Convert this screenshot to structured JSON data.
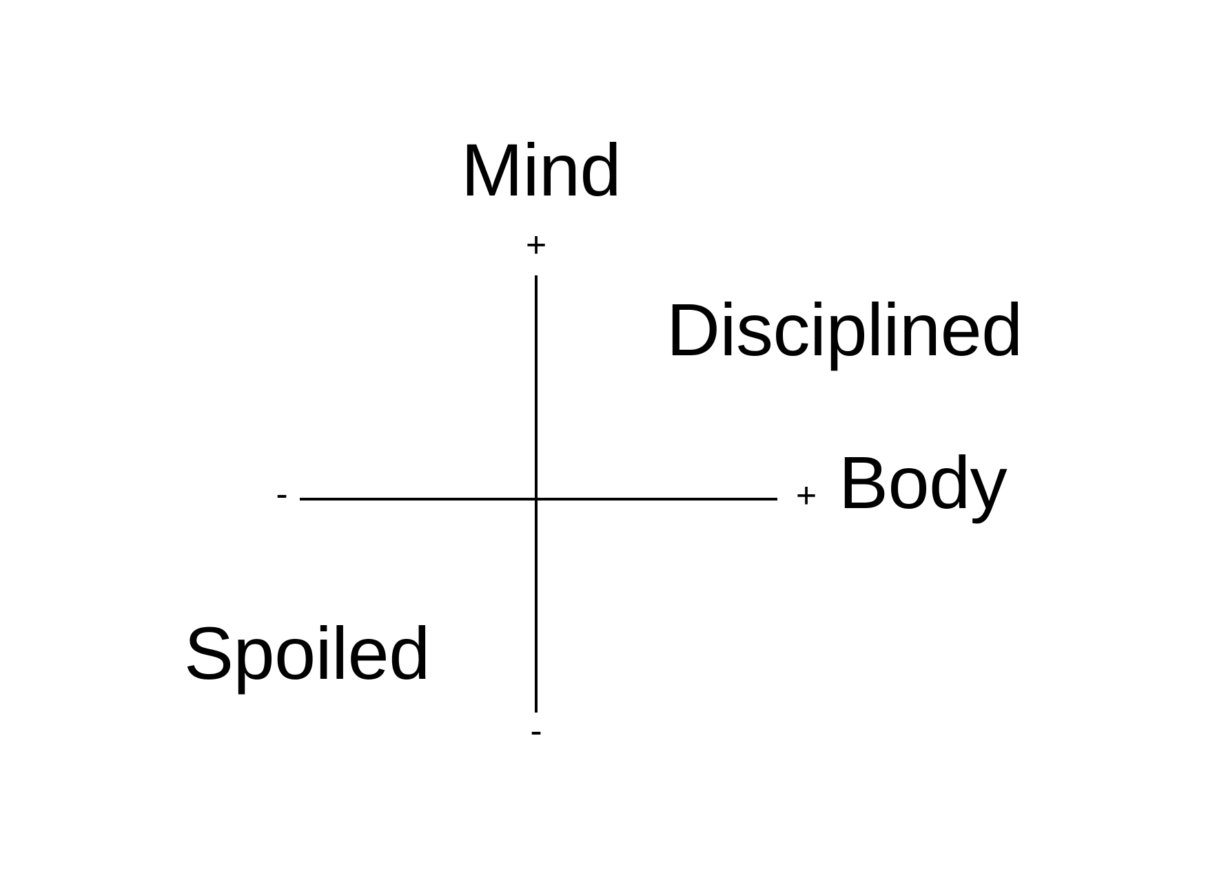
{
  "diagram": {
    "type": "two-axis-quadrant-chart",
    "background_color": "#ffffff",
    "line_color": "#000000",
    "text_color": "#000000",
    "axes": {
      "vertical": {
        "title": "Mind",
        "positive_marker": "+",
        "negative_marker": "-"
      },
      "horizontal": {
        "title": "Body",
        "positive_marker": "+",
        "negative_marker": "-"
      }
    },
    "quadrant_labels": [
      {
        "text": "Disciplined",
        "quadrant": "top-right",
        "mind": "+",
        "body": "+"
      },
      {
        "text": "Spoiled",
        "quadrant": "bottom-left",
        "mind": "-",
        "body": "-"
      }
    ]
  },
  "chart_data": {
    "type": "scatter",
    "title": "",
    "xlabel": "Body",
    "ylabel": "Mind",
    "xlim": [
      -1,
      1
    ],
    "ylim": [
      -1,
      1
    ],
    "grid": false,
    "legend": "none",
    "x_tick_labels": [
      "-",
      "+"
    ],
    "y_tick_labels": [
      "-",
      "+"
    ],
    "series": [],
    "annotations": [
      {
        "text": "Mind",
        "x": 0,
        "y": 1.28,
        "role": "y-axis-title"
      },
      {
        "text": "+",
        "x": 0,
        "y": 1.06,
        "role": "y-axis-positive-marker"
      },
      {
        "text": "-",
        "x": 0,
        "y": -1.06,
        "role": "y-axis-negative-marker"
      },
      {
        "text": "Body",
        "x": 1.35,
        "y": 0,
        "role": "x-axis-title"
      },
      {
        "text": "+",
        "x": 1.1,
        "y": 0,
        "role": "x-axis-positive-marker"
      },
      {
        "text": "-",
        "x": -1.07,
        "y": 0,
        "role": "x-axis-negative-marker"
      },
      {
        "text": "Disciplined",
        "x": 0.62,
        "y": 0.55,
        "role": "quadrant-label-top-right"
      },
      {
        "text": "Spoiled",
        "x": -0.65,
        "y": -0.55,
        "role": "quadrant-label-bottom-left"
      }
    ]
  }
}
